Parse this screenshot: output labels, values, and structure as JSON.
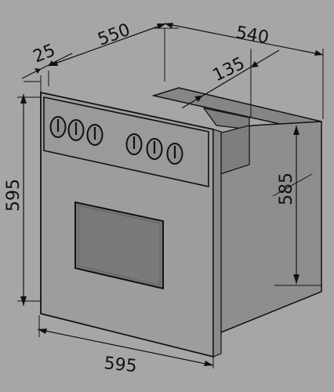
{
  "diagram": {
    "subject": "built-in oven",
    "dimensions": {
      "front_width": "595",
      "total_height": "595",
      "body_depth": "550",
      "door_depth": "25",
      "cutout_width": "540",
      "body_height": "585",
      "rear_step": "135"
    },
    "knobs": {
      "count": 6
    },
    "colors": {
      "background": "#a6a6a6",
      "line": "#111111",
      "front_face": "#9d9d9d",
      "side_face": "#8e8e8e",
      "top_face": "#858585",
      "window": "#7a7a7a",
      "knob": "#8f8f8f"
    }
  }
}
